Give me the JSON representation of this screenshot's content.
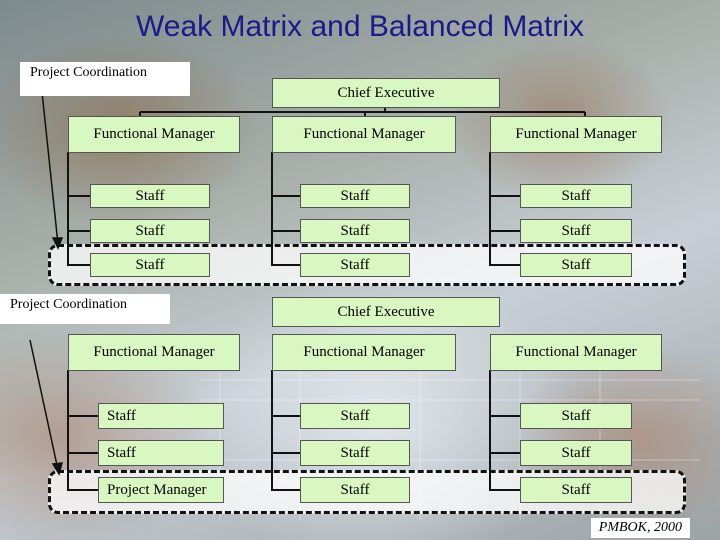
{
  "title": "Weak Matrix and Balanced Matrix",
  "weak": {
    "project_coordination": "Project Coordination",
    "chief_executive": "Chief Executive",
    "functional_managers": [
      "Functional Manager",
      "Functional Manager",
      "Functional Manager"
    ],
    "rows": [
      [
        "Staff",
        "Staff",
        "Staff"
      ],
      [
        "Staff",
        "Staff",
        "Staff"
      ],
      [
        "Staff",
        "Staff",
        "Staff"
      ]
    ]
  },
  "balanced": {
    "project_coordination": "Project Coordination",
    "chief_executive": "Chief Executive",
    "functional_managers": [
      "Functional Manager",
      "Functional Manager",
      "Functional Manager"
    ],
    "rows": [
      [
        "Staff",
        "Staff",
        "Staff"
      ],
      [
        "Staff",
        "Staff",
        "Staff"
      ],
      [
        "Project Manager",
        "Staff",
        "Staff"
      ]
    ]
  },
  "citation": "PMBOK, 2000",
  "colors": {
    "box_fill": "#d9f7c0",
    "title": "#1a1a8a"
  }
}
